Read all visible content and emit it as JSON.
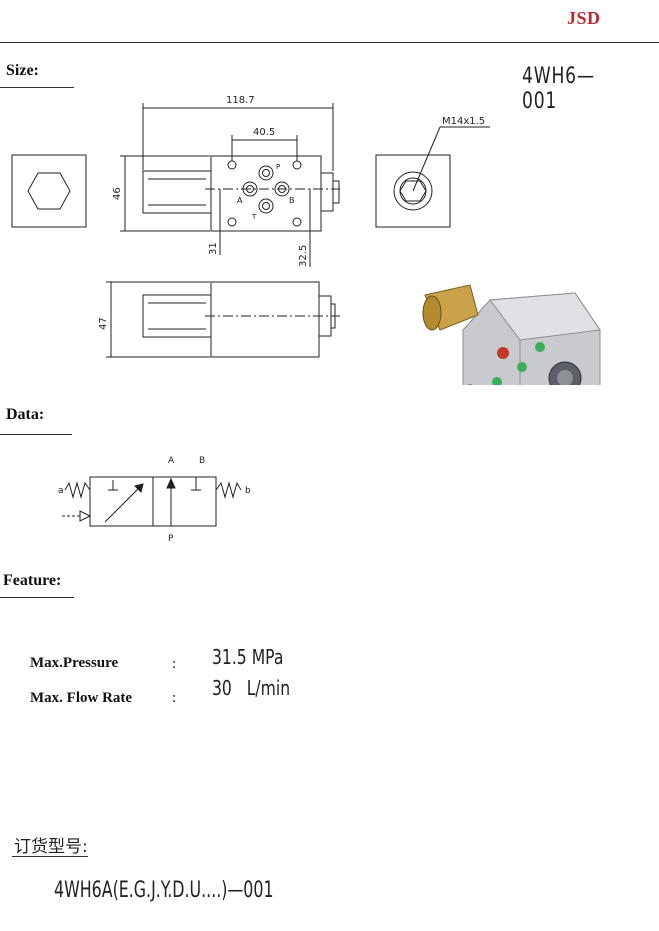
{
  "brand": "JSD",
  "model": "4WH6—001",
  "sections": {
    "size": "Size:",
    "data": "Data:",
    "feature": "Feature:"
  },
  "drawing": {
    "dim_overall": "118.7",
    "dim_ports": "40.5",
    "dim_height": "46",
    "dim_31": "31",
    "dim_32_5": "32.5",
    "dim_47": "47",
    "thread": "M14x1.5",
    "port_a": "A",
    "port_b": "B",
    "port_p": "P",
    "port_t": "T"
  },
  "symbol": {
    "a": "a",
    "b": "b",
    "A": "A",
    "B": "B",
    "P": "P"
  },
  "specs": [
    {
      "label": "Max.Pressure",
      "colon": ":",
      "value": "31.5 MPa"
    },
    {
      "label": "Max. Flow Rate",
      "colon": ":",
      "value": "30   L/min"
    }
  ],
  "order": {
    "label": "订货型号:",
    "code": "4WH6A(E.G.J.Y.D.U....)—001"
  }
}
